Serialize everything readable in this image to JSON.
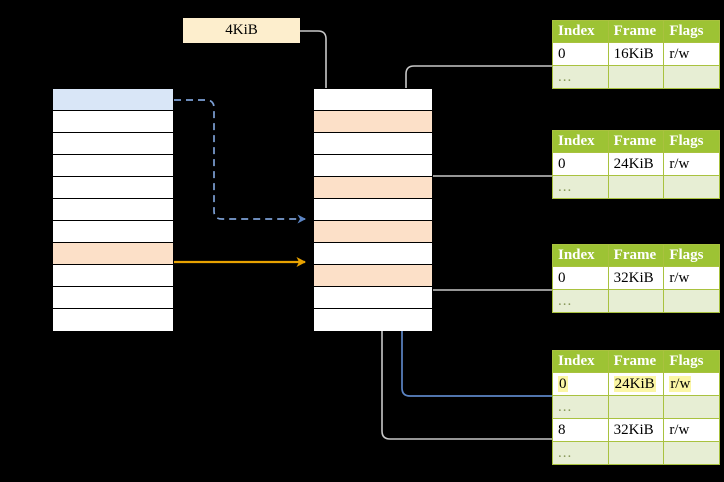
{
  "diagram": {
    "title_label": "4KiB",
    "left_column": {
      "name": "virtual-memory-column",
      "rows": [
        {
          "fill": "blue"
        },
        {
          "fill": "white"
        },
        {
          "fill": "white"
        },
        {
          "fill": "white"
        },
        {
          "fill": "white"
        },
        {
          "fill": "white"
        },
        {
          "fill": "white"
        },
        {
          "fill": "peach"
        },
        {
          "fill": "white"
        },
        {
          "fill": "white"
        },
        {
          "fill": "white"
        }
      ]
    },
    "middle_column": {
      "name": "physical-memory-column",
      "rows": [
        {
          "fill": "white"
        },
        {
          "fill": "peach"
        },
        {
          "fill": "white"
        },
        {
          "fill": "white"
        },
        {
          "fill": "peach"
        },
        {
          "fill": "white"
        },
        {
          "fill": "peach"
        },
        {
          "fill": "white"
        },
        {
          "fill": "peach"
        },
        {
          "fill": "white"
        },
        {
          "fill": "white"
        }
      ]
    },
    "tables": [
      {
        "name": "page-table-1",
        "headers": [
          "Index",
          "Frame",
          "Flags"
        ],
        "rows": [
          {
            "cells": [
              "0",
              "16KiB",
              "r/w"
            ],
            "alt": false,
            "highlight": false
          },
          {
            "cells": [
              "...",
              "",
              ""
            ],
            "alt": true,
            "highlight": false
          }
        ]
      },
      {
        "name": "page-table-2",
        "headers": [
          "Index",
          "Frame",
          "Flags"
        ],
        "rows": [
          {
            "cells": [
              "0",
              "24KiB",
              "r/w"
            ],
            "alt": false,
            "highlight": false
          },
          {
            "cells": [
              "...",
              "",
              ""
            ],
            "alt": true,
            "highlight": false
          }
        ]
      },
      {
        "name": "page-table-3",
        "headers": [
          "Index",
          "Frame",
          "Flags"
        ],
        "rows": [
          {
            "cells": [
              "0",
              "32KiB",
              "r/w"
            ],
            "alt": false,
            "highlight": false
          },
          {
            "cells": [
              "...",
              "",
              ""
            ],
            "alt": true,
            "highlight": false
          }
        ]
      },
      {
        "name": "page-table-4",
        "headers": [
          "Index",
          "Frame",
          "Flags"
        ],
        "rows": [
          {
            "cells": [
              "0",
              "24KiB",
              "r/w"
            ],
            "alt": false,
            "highlight": true
          },
          {
            "cells": [
              "...",
              "",
              ""
            ],
            "alt": true,
            "highlight": false
          },
          {
            "cells": [
              "8",
              "32KiB",
              "r/w"
            ],
            "alt": false,
            "highlight": false
          },
          {
            "cells": [
              "...",
              "",
              ""
            ],
            "alt": true,
            "highlight": false
          }
        ]
      }
    ],
    "colors": {
      "header_green": "#9dc334",
      "alt_row_green": "#e7eed4",
      "peach": "#fce0c8",
      "blue": "#d9e6f7",
      "label_cream": "#fdeecd",
      "highlight_yellow": "#fbf6a5",
      "arrow_blue": "#5b84c4",
      "arrow_orange": "#e8a200",
      "arrow_gray": "#c8c8c8",
      "background": "#000000"
    }
  }
}
